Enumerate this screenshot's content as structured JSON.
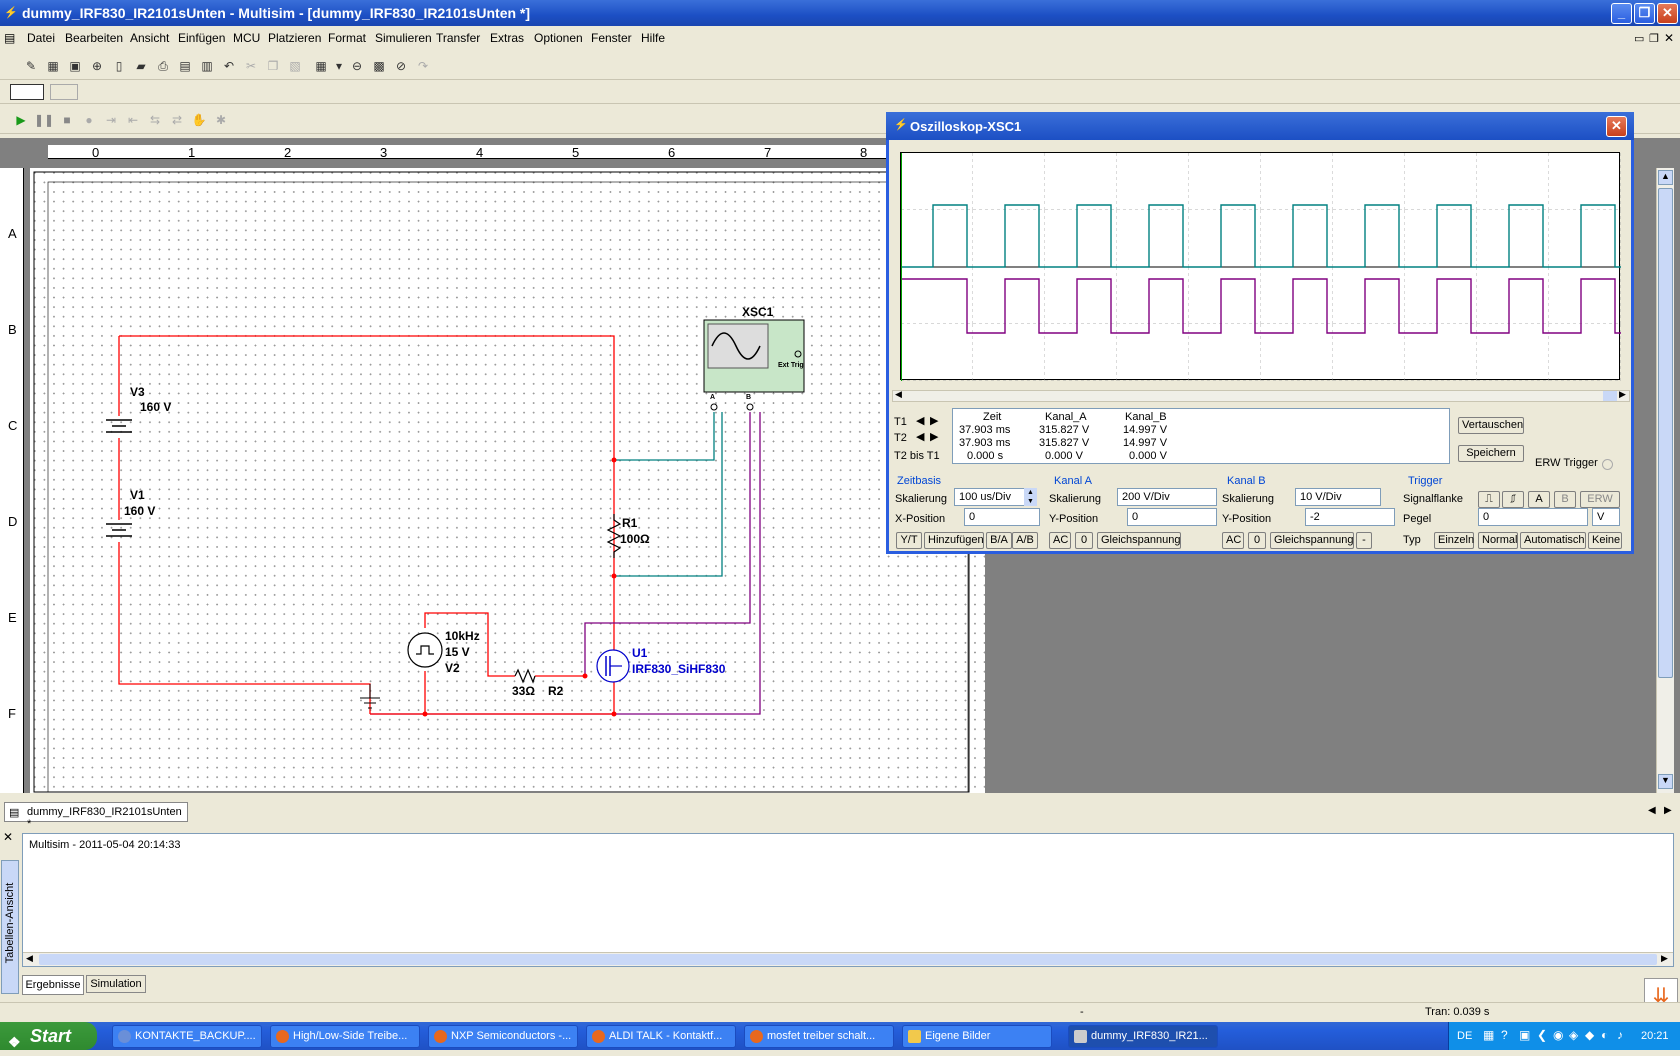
{
  "window": {
    "title": "dummy_IRF830_IR2101sUnten - Multisim - [dummy_IRF830_IR2101sUnten *]",
    "min": "_",
    "max": "❐",
    "close": "✕"
  },
  "menu": [
    "Datei",
    "Bearbeiten",
    "Ansicht",
    "Einfügen",
    "MCU",
    "Platzieren",
    "Format",
    "Simulieren",
    "Transfer",
    "Extras",
    "Optionen",
    "Fenster",
    "Hilfe"
  ],
  "ruler": {
    "top": [
      "0",
      "1",
      "2",
      "3",
      "4",
      "5",
      "6",
      "7",
      "8"
    ],
    "left": [
      "A",
      "B",
      "C",
      "D",
      "E",
      "F"
    ]
  },
  "schematic": {
    "V3": {
      "name": "V3",
      "value": "160 V"
    },
    "V1": {
      "name": "V1",
      "value": "160 V"
    },
    "V2": {
      "freq": "10kHz",
      "amp": "15 V",
      "name": "V2"
    },
    "R2": {
      "value": "33Ω",
      "name": "R2"
    },
    "R1": {
      "name": "R1",
      "value": "100Ω"
    },
    "U1": {
      "name": "U1",
      "part": "IRF830_SiHF830"
    },
    "XSC1": {
      "name": "XSC1",
      "ext": "Ext Trig",
      "a": "A",
      "b": "B"
    },
    "colors": {
      "power": "#ff0000",
      "channelA": "#008080",
      "channelB": "#800080"
    }
  },
  "osc": {
    "title": "Oszilloskop-XSC1",
    "measure": {
      "headers": [
        "Zeit",
        "Kanal_A",
        "Kanal_B"
      ],
      "rows": [
        {
          "label": "T1",
          "zeit": "37.903 ms",
          "a": "315.827 V",
          "b": "14.997 V"
        },
        {
          "label": "T2",
          "zeit": "37.903 ms",
          "a": "315.827 V",
          "b": "14.997 V"
        },
        {
          "label": "T2 bis T1",
          "zeit": "0.000 s",
          "a": "0.000 V",
          "b": "0.000 V"
        }
      ]
    },
    "vertauschen": "Vertauschen",
    "speichern": "Speichern",
    "erw_trigger": "ERW Trigger",
    "zeitbasis": {
      "group": "Zeitbasis",
      "skal_label": "Skalierung",
      "skal": "100 us/Div",
      "xpos_label": "X-Position",
      "xpos": "0",
      "btns": [
        "Y/T",
        "Hinzufügen",
        "B/A",
        "A/B"
      ]
    },
    "kanal_a": {
      "group": "Kanal A",
      "skal_label": "Skalierung",
      "skal": "200  V/Div",
      "ypos_label": "Y-Position",
      "ypos": "0",
      "btns": [
        "AC",
        "0",
        "Gleichspannung"
      ]
    },
    "kanal_b": {
      "group": "Kanal B",
      "skal_label": "Skalierung",
      "skal": "10  V/Div",
      "ypos_label": "Y-Position",
      "ypos": "-2",
      "btns": [
        "AC",
        "0",
        "Gleichspannung",
        "-"
      ]
    },
    "trigger": {
      "group": "Trigger",
      "flanke_label": "Signalflanke",
      "flanke_btns": [
        "A",
        "B",
        "ERW"
      ],
      "pegel_label": "Pegel",
      "pegel": "0",
      "pegel_unit": "V",
      "typ_label": "Typ",
      "typ_btns": [
        "Einzeln",
        "Normal",
        "Automatisch",
        "Keine"
      ]
    }
  },
  "tabs": {
    "doc": "dummy_IRF830_IR2101sUnten *",
    "results": "Ergebnisse",
    "simulation": "Simulation",
    "side": "Tabellen-Ansicht"
  },
  "results": {
    "line": "Multisim  -  2011-05-04 20:14:33"
  },
  "status": {
    "left": "-",
    "right": "Tran: 0.039 s"
  },
  "taskbar": {
    "start": "Start",
    "tasks": [
      "KONTAKTE_BACKUP....",
      "High/Low-Side Treibe...",
      "NXP Semiconductors -...",
      "ALDI TALK - Kontaktf...",
      "mosfet treiber schalt...",
      "Eigene Bilder",
      "dummy_IRF830_IR21..."
    ],
    "lang": "DE",
    "time": "20:21"
  }
}
